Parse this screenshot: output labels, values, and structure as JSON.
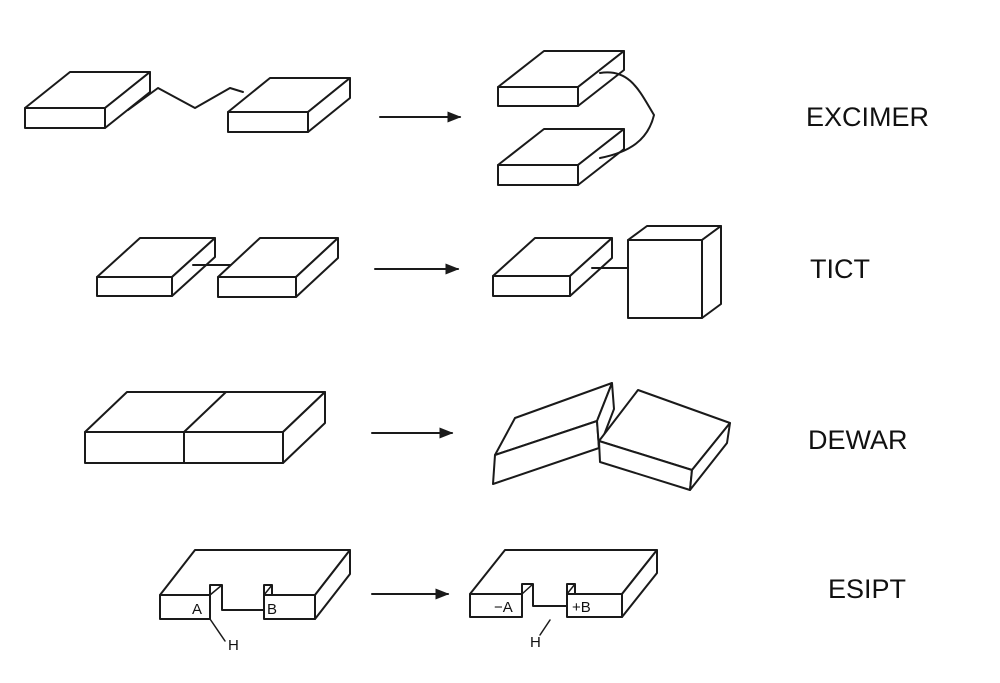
{
  "rows": [
    {
      "label": "EXCIMER"
    },
    {
      "label": "TICT"
    },
    {
      "label": "DEWAR"
    },
    {
      "label": "ESIPT"
    }
  ],
  "esipt": {
    "before": {
      "left": "A",
      "right": "B",
      "bridge": "H"
    },
    "after": {
      "left": "−A",
      "right": "+B",
      "bridge": "H"
    }
  }
}
